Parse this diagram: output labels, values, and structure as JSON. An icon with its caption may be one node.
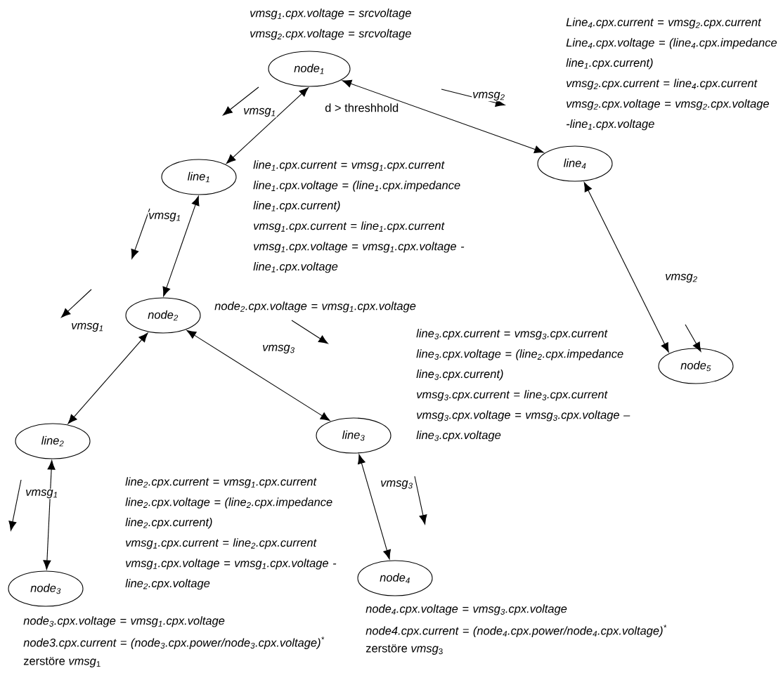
{
  "diagram": {
    "nodes": [
      {
        "text": [
          "node$_{1}$"
        ],
        "beside": [
          "vmsg$_{1}$.cpx.voltage = srcvoltage",
          "vmsg$_{2}$.cpx.voltage = srcvoltage"
        ]
      },
      {
        "text": [
          "line$_{1}$"
        ],
        "beside": [
          "line$_{1}$.cpx.current = vmsg$_{1}$.cpx.current",
          "line$_{1}$.cpx.voltage = (line$_{1}$.cpx.impedance line$_{1}$.cpx.current)",
          "vmsg$_{1}$.cpx.current = line$_{1}$.cpx.current",
          "vmsg$_{1}$.cpx.voltage = vmsg$_{1}$.cpx.voltage - line$_{1}$.cpx.voltage"
        ]
      },
      {
        "text": [
          "node$_{2}$"
        ],
        "beside": [
          "node$_{2}$.cpx.voltage = vmsg$_{1}$.cpx.voltage"
        ]
      },
      {
        "text": [
          "line$_{2}$"
        ],
        "beside": [
          "line$_{2}$.cpx.current = vmsg$_{1}$.cpx.current",
          "line$_{2}$.cpx.voltage = (line$_{2}$.cpx.impedance line$_{2}$.cpx.current)",
          "vmsg$_{1}$.cpx.current = line$_{2}$.cpx.current",
          "vmsg$_{1}$.cpx.voltage = vmsg$_{1}$.cpx.voltage - line$_{2}$.cpx.voltage"
        ]
      },
      {
        "text": [
          "node$_{3}$"
        ],
        "beside": [
          "node$_{3}$.cpx.voltage = vmsg$_{1}$.cpx.voltage",
          "node3.cpx.current = (node$_{3}$.cpx.power/node$_{3}$.cpx.voltage)$^{*}$"
        ]
      },
      {
        "text": [
          "line$_{3}$"
        ],
        "beside": [
          "line$_{3}$.cpx.current = vmsg$_{3}$.cpx.current",
          "line$_{3}$.cpx.voltage = (line$_{2}$.cpx.impedance line$_{3}$.cpx.current)",
          "vmsg$_{3}$.cpx.current = line$_{3}$.cpx.current",
          "vmsg$_{3}$.cpx.voltage = vmsg$_{3}$.cpx.voltage – line$_{3}$.cpx.voltage"
        ]
      },
      {
        "text": [
          "node$_{4}$"
        ],
        "beside": [
          "node$_{4}$.cpx.voltage = vmsg$_{3}$.cpx.voltage",
          "node4.cpx.current = (node$_{4}$.cpx.power/node$_{4}$.cpx.voltage)$^{*}$"
        ]
      },
      {
        "text": [
          "line$_{4}$"
        ],
        "beside": [
          "Line$_{4}$.cpx.current = vmsg$_{2}$.cpx.current",
          "Line$_{4}$.cpx.voltage = (line$_{4}$.cpx.impedance line$_{1}$.cpx.current)",
          "vmsg$_{2}$.cpx.current = line$_{4}$.cpx.current",
          "vmsg$_{2}$.cpx.voltage = vmsg$_{2}$.cpx.voltage -line$_{1}$.cpx.voltage"
        ]
      },
      {
        "text": [
          "node$_{5}$"
        ]
      }
    ],
    "edges": [
      {
        "from": 0,
        "to": 1,
        "arrow": "both",
        "label": "vmsg$_{1}$"
      },
      {
        "from": 1,
        "to": 2,
        "arrow": "both",
        "label": "vmsg$_{1}$"
      },
      {
        "from": 2,
        "to": 3,
        "arrow": "both",
        "label": "vmsg$_{1}$"
      },
      {
        "from": 3,
        "to": 4,
        "arrow": "both",
        "label": "vmsg$_{1}$"
      },
      {
        "from": 2,
        "to": 5,
        "arrow": "both",
        "label": "vmsg$_{3}$"
      },
      {
        "from": 5,
        "to": 6,
        "arrow": "both",
        "label": "vmsg$_{3}$"
      },
      {
        "from": 0,
        "to": 7,
        "arrow": "both",
        "label": "vmsg$_{2}$"
      },
      {
        "from": 7,
        "to": 8,
        "arrow": "both",
        "label": "vmsg$_{2}$"
      }
    ],
    "labels": [
      "d > threshhold",
      "zerstöre *vmsg*$_{1}$",
      "zerstöre *vmsg*$_{3}$"
    ]
  }
}
